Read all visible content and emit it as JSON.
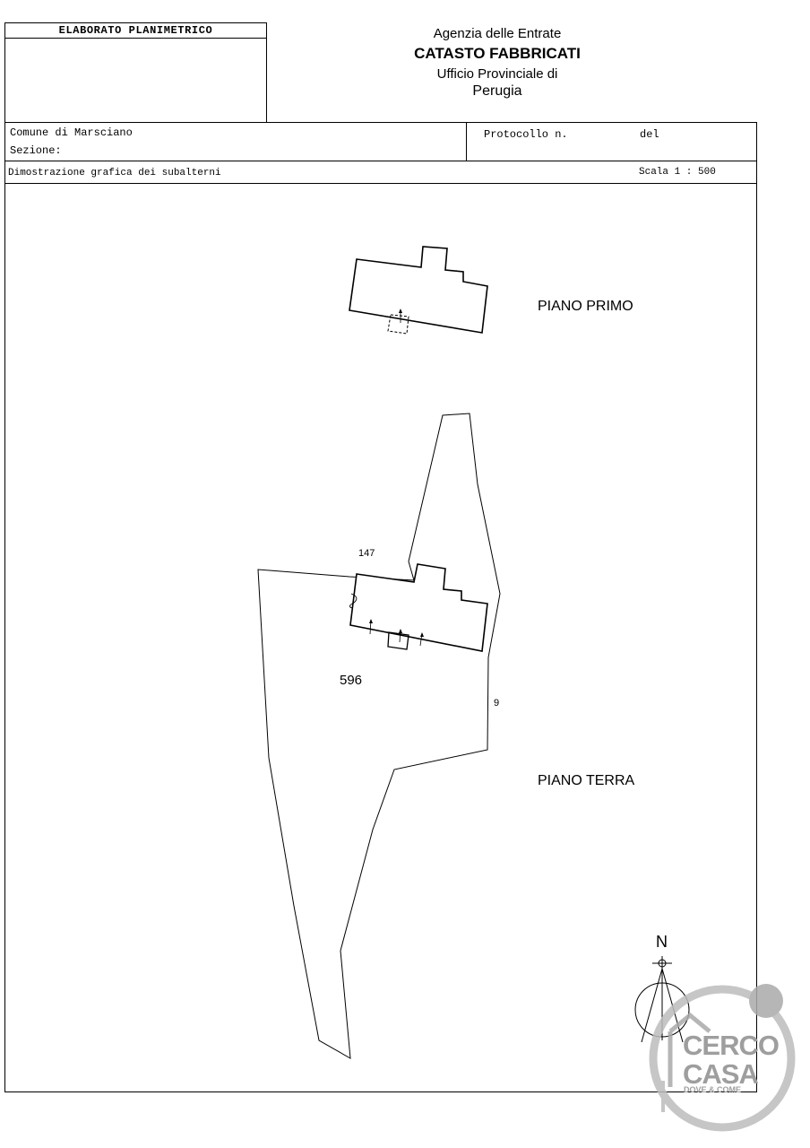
{
  "header": {
    "title_label": "ELABORATO PLANIMETRICO",
    "agency": "Agenzia delle Entrate",
    "department": "CATASTO FABBRICATI",
    "office": "Ufficio Provinciale di",
    "city": "Perugia"
  },
  "info": {
    "comune": "Comune di Marsciano",
    "sezione": "Sezione:",
    "protocollo_label": "Protocollo n.",
    "del_label": "del",
    "description": "Dimostrazione grafica dei subalterni",
    "scale": "Scala 1 : 500"
  },
  "plan": {
    "first_floor_label": "PIANO PRIMO",
    "ground_floor_label": "PIANO TERRA",
    "parcel_labels": [
      "147",
      "596",
      "9"
    ],
    "north_label": "N"
  },
  "watermark": {
    "line1": "CERCO",
    "line2": "CASA",
    "line3": "DOVE & COME"
  }
}
